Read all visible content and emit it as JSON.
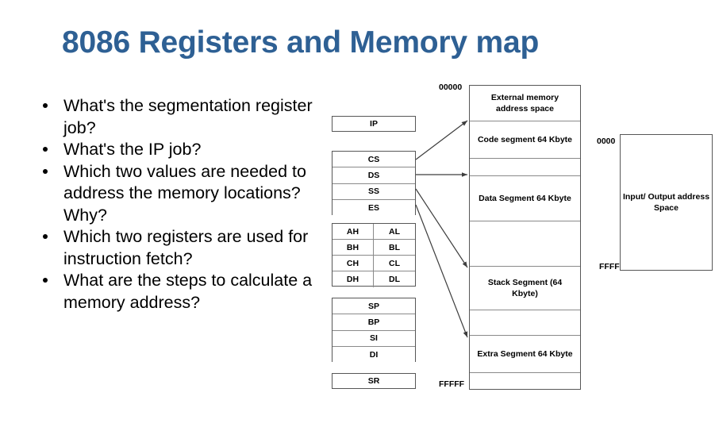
{
  "slide": {
    "title": "8086 Registers and Memory map"
  },
  "bullets": [
    {
      "text": "What's the segmentation register job?"
    },
    {
      "text": "What's the IP job?"
    },
    {
      "text": "Which two values are needed to address the memory locations? Why?"
    },
    {
      "text": "Which two registers are used for instruction fetch?"
    },
    {
      "text": "What are the steps to calculate a memory address?"
    }
  ],
  "registers": {
    "instruction_pointer": {
      "label": "IP"
    },
    "segment_registers": [
      {
        "label": "CS"
      },
      {
        "label": "DS"
      },
      {
        "label": "SS"
      },
      {
        "label": "ES"
      }
    ],
    "general_registers": [
      {
        "high": "AH",
        "low": "AL"
      },
      {
        "high": "BH",
        "low": "BL"
      },
      {
        "high": "CH",
        "low": "CL"
      },
      {
        "high": "DH",
        "low": "DL"
      }
    ],
    "pointer_index_registers": [
      {
        "label": "SP"
      },
      {
        "label": "BP"
      },
      {
        "label": "SI"
      },
      {
        "label": "DI"
      }
    ],
    "status_register": {
      "label": "SR"
    }
  },
  "memory_map": {
    "top_address": "00000",
    "bottom_address": "FFFFF",
    "rows": [
      {
        "label": "External memory address space"
      },
      {
        "label": "Code segment 64 Kbyte"
      },
      {
        "label": ""
      },
      {
        "label": "Data Segment 64 Kbyte"
      },
      {
        "label": ""
      },
      {
        "label": "Stack Segment (64 Kbyte)"
      },
      {
        "label": ""
      },
      {
        "label": "Extra Segment 64 Kbyte"
      },
      {
        "label": ""
      }
    ]
  },
  "io_space": {
    "label": "Input/ Output address Space",
    "top_address": "0000",
    "bottom_address": "FFFF"
  },
  "colors": {
    "title_blue": "#2e6094",
    "box_border": "#575757",
    "divider": "#8a8a8a",
    "text": "#000000",
    "background": "#ffffff"
  }
}
